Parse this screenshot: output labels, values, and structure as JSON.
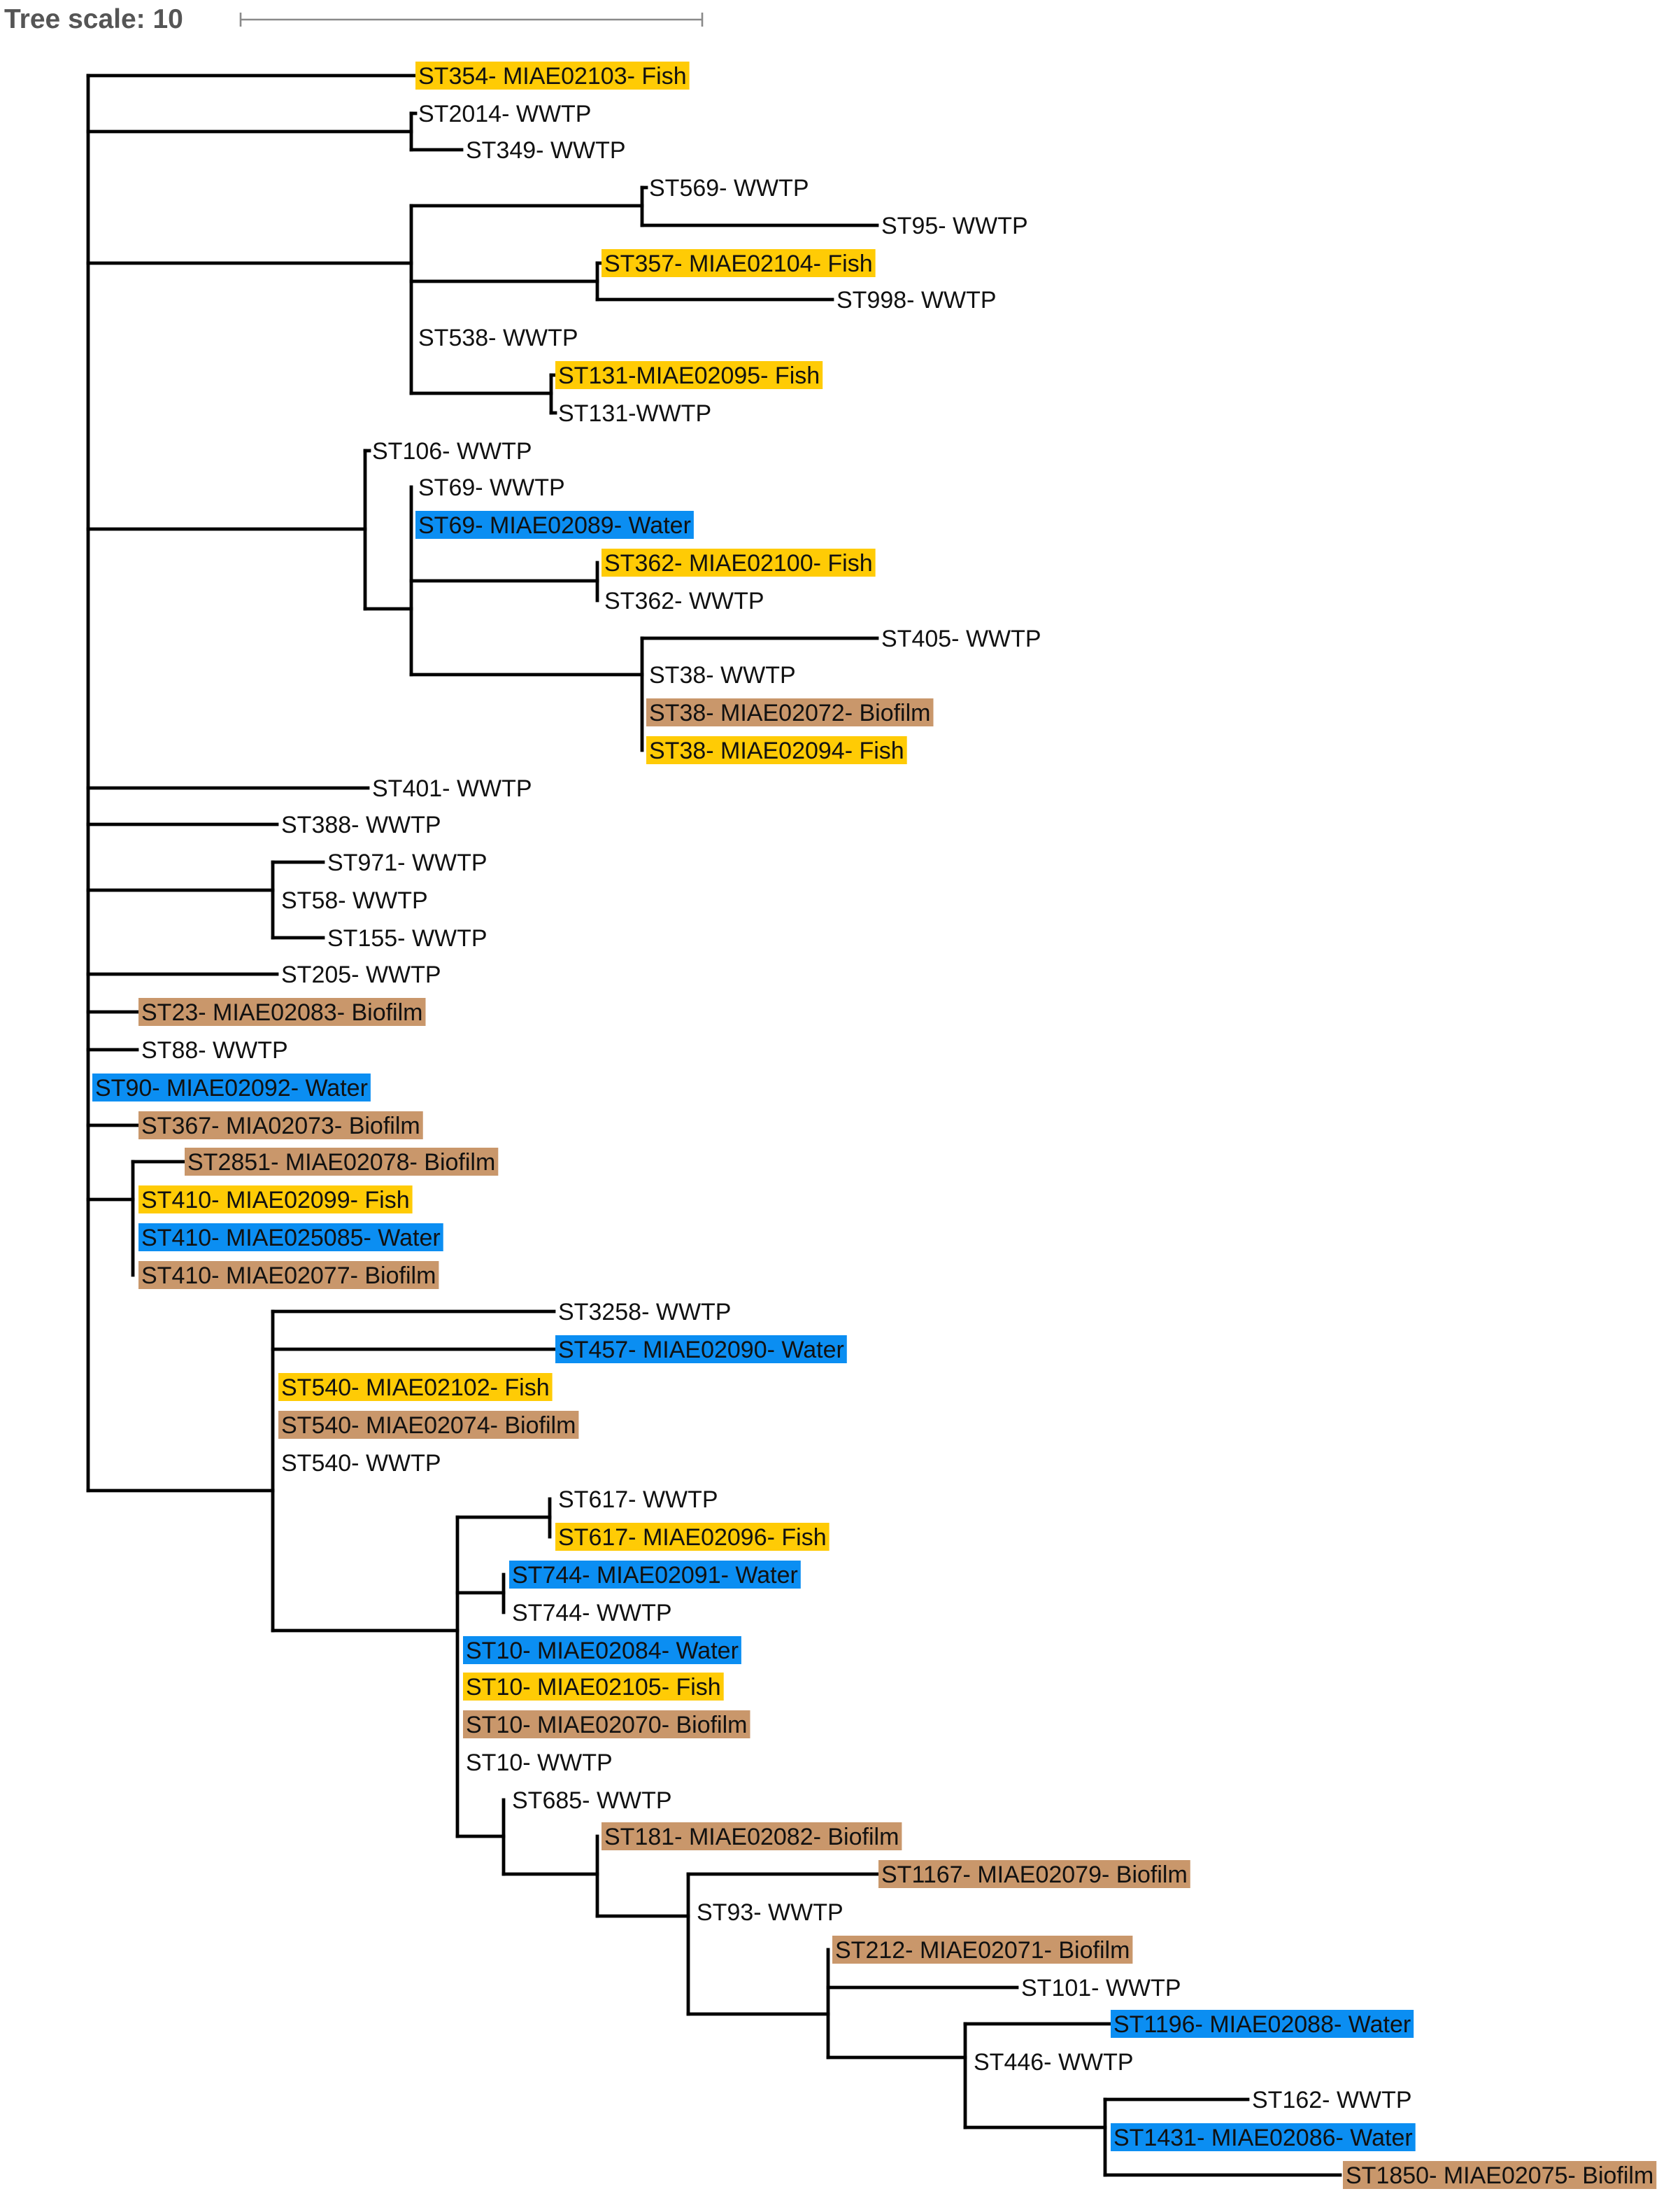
{
  "scale": {
    "label": "Tree scale: 10"
  },
  "colors": {
    "yellow": "#ffcb05",
    "blue": "#0b8ef2",
    "brown": "#c9976b"
  },
  "leaves": [
    {
      "label": "ST354- MIAE02103- Fish",
      "color": "yellow"
    },
    {
      "label": "ST2014- WWTP",
      "color": null
    },
    {
      "label": "ST349- WWTP",
      "color": null
    },
    {
      "label": "ST569- WWTP",
      "color": null
    },
    {
      "label": "ST95- WWTP",
      "color": null
    },
    {
      "label": "ST357- MIAE02104- Fish",
      "color": "yellow"
    },
    {
      "label": "ST998- WWTP",
      "color": null
    },
    {
      "label": "ST538- WWTP",
      "color": null
    },
    {
      "label": "ST131-MIAE02095- Fish",
      "color": "yellow"
    },
    {
      "label": "ST131-WWTP",
      "color": null
    },
    {
      "label": "ST106- WWTP",
      "color": null
    },
    {
      "label": "ST69- WWTP",
      "color": null
    },
    {
      "label": "ST69- MIAE02089- Water",
      "color": "blue"
    },
    {
      "label": "ST362- MIAE02100- Fish",
      "color": "yellow"
    },
    {
      "label": "ST362- WWTP",
      "color": null
    },
    {
      "label": "ST405- WWTP",
      "color": null
    },
    {
      "label": "ST38- WWTP",
      "color": null
    },
    {
      "label": "ST38- MIAE02072- Biofilm",
      "color": "brown"
    },
    {
      "label": "ST38- MIAE02094- Fish",
      "color": "yellow"
    },
    {
      "label": "ST401- WWTP",
      "color": null
    },
    {
      "label": "ST388- WWTP",
      "color": null
    },
    {
      "label": "ST971- WWTP",
      "color": null
    },
    {
      "label": "ST58- WWTP",
      "color": null
    },
    {
      "label": "ST155- WWTP",
      "color": null
    },
    {
      "label": "ST205- WWTP",
      "color": null
    },
    {
      "label": "ST23- MIAE02083- Biofilm",
      "color": "brown"
    },
    {
      "label": "ST88- WWTP",
      "color": null
    },
    {
      "label": "ST90- MIAE02092- Water",
      "color": "blue"
    },
    {
      "label": "ST367- MIA02073- Biofilm",
      "color": "brown"
    },
    {
      "label": "ST2851- MIAE02078- Biofilm",
      "color": "brown"
    },
    {
      "label": "ST410- MIAE02099- Fish",
      "color": "yellow"
    },
    {
      "label": "ST410- MIAE025085- Water",
      "color": "blue"
    },
    {
      "label": "ST410- MIAE02077- Biofilm",
      "color": "brown"
    },
    {
      "label": "ST3258- WWTP",
      "color": null
    },
    {
      "label": "ST457- MIAE02090- Water",
      "color": "blue"
    },
    {
      "label": "ST540- MIAE02102- Fish",
      "color": "yellow"
    },
    {
      "label": "ST540- MIAE02074- Biofilm",
      "color": "brown"
    },
    {
      "label": "ST540- WWTP",
      "color": null
    },
    {
      "label": "ST617- WWTP",
      "color": null
    },
    {
      "label": "ST617- MIAE02096- Fish",
      "color": "yellow"
    },
    {
      "label": "ST744- MIAE02091- Water",
      "color": "blue"
    },
    {
      "label": "ST744- WWTP",
      "color": null
    },
    {
      "label": "ST10- MIAE02084- Water",
      "color": "blue"
    },
    {
      "label": "ST10- MIAE02105- Fish",
      "color": "yellow"
    },
    {
      "label": "ST10- MIAE02070- Biofilm",
      "color": "brown"
    },
    {
      "label": "ST10- WWTP",
      "color": null
    },
    {
      "label": "ST685- WWTP",
      "color": null
    },
    {
      "label": "ST181- MIAE02082- Biofilm",
      "color": "brown"
    },
    {
      "label": "ST1167- MIAE02079- Biofilm",
      "color": "brown"
    },
    {
      "label": "ST93- WWTP",
      "color": null
    },
    {
      "label": "ST212- MIAE02071- Biofilm",
      "color": "brown"
    },
    {
      "label": "ST101- WWTP",
      "color": null
    },
    {
      "label": "ST1196- MIAE02088- Water",
      "color": "blue"
    },
    {
      "label": "ST446- WWTP",
      "color": null
    },
    {
      "label": "ST162- WWTP",
      "color": null
    },
    {
      "label": "ST1431- MIAE02086- Water",
      "color": "blue"
    },
    {
      "label": "ST1850- MIAE02075- Biofilm",
      "color": "brown"
    }
  ]
}
